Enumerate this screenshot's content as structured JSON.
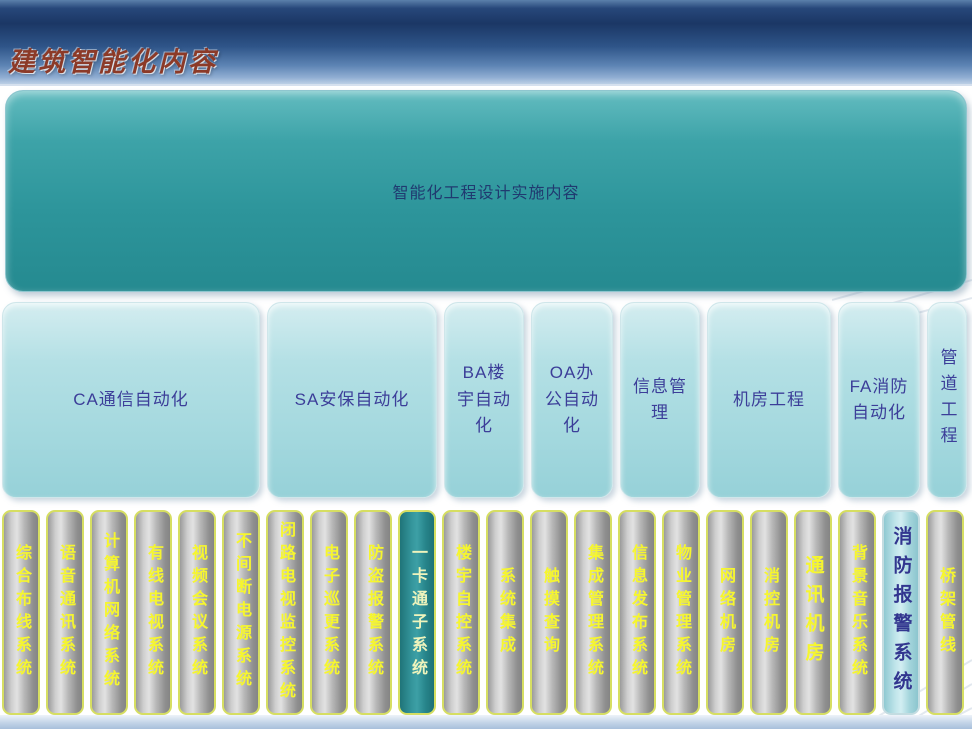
{
  "header": {
    "title": "建筑智能化内容"
  },
  "main_box": {
    "label": "智能化工程设计实施内容"
  },
  "colors": {
    "header_blue_dark": "#1b3765",
    "header_blue_light": "#8fadd2",
    "main_box_teal": "#2d959b",
    "category_cyan": "#a3d8de",
    "category_text": "#3c3e99",
    "bar_gray": "#b7b7b7",
    "bar_border_yellow_green": "#d6de62",
    "bar_text_yellow": "#f6f62e",
    "highlight_bar_teal": "#35969c",
    "highlight_bar_cyan": "#c2e6eb",
    "highlight_bar_cyan_text": "#32368f",
    "title_red": "#8c3a28"
  },
  "groups": [
    {
      "label": "CA通信自动化",
      "children": [
        "综合布线系统",
        "语音通讯系统",
        "计算机网络系统",
        "有线电视系统",
        "视频会议系统",
        "不间断电源系统"
      ]
    },
    {
      "label": "SA安保自动化",
      "children": [
        "闭路电视监控系统",
        "电子巡更系统",
        "防盗报警系统",
        "一卡通子系统"
      ]
    },
    {
      "label": "BA楼宇自动化",
      "children": [
        "楼宇自控系统",
        "系统集成"
      ]
    },
    {
      "label": "OA办公自动化",
      "children": [
        "触摸查询",
        "集成管理系统"
      ]
    },
    {
      "label": "信息管理",
      "children": [
        "信息发布系统",
        "物业管理系统"
      ]
    },
    {
      "label": "机房工程",
      "children": [
        "网络机房",
        "消控机房",
        "通讯机房"
      ]
    },
    {
      "label": "FA消防自动化",
      "children": [
        "背景音乐系统",
        "消防报警系统"
      ]
    },
    {
      "label": "管道工程",
      "children": [
        "桥架管线"
      ]
    }
  ]
}
